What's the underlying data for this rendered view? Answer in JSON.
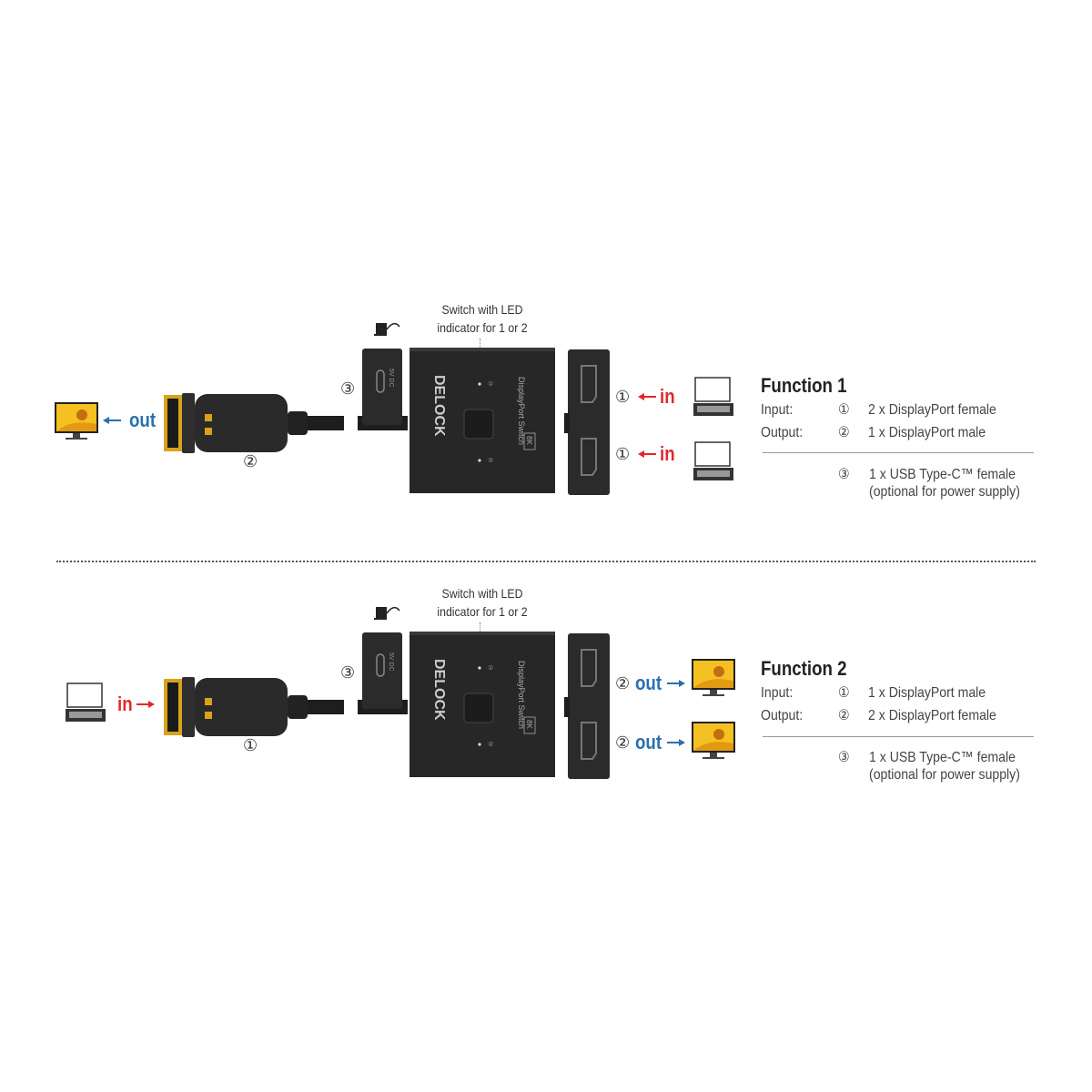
{
  "colors": {
    "in": "#e0282a",
    "out": "#2a6fb0",
    "device": "#2b2b2b",
    "gold": "#d9a21b"
  },
  "sections": [
    {
      "caption_line1": "Switch with LED",
      "caption_line2": "indicator for 1 or 2",
      "usb_marker": "③",
      "left_marker": "②",
      "left_label": "out",
      "left_device": "monitor-icon",
      "right_markers": [
        "①",
        "①"
      ],
      "right_labels": [
        "in",
        "in"
      ],
      "right_devices": [
        "laptop-icon",
        "laptop-icon"
      ],
      "brand": "DELOCK",
      "model": "DisplayPort Switch",
      "badge": "8K",
      "usb_label": "5V DC",
      "title": "Function 1",
      "input_label": "Input:",
      "input_marker": "①",
      "input_value": "2 x DisplayPort female",
      "output_label": "Output:",
      "output_marker": "②",
      "output_value": "1 x DisplayPort male",
      "usb_spec_marker": "③",
      "usb_spec_line1": "1 x USB Type-C™ female",
      "usb_spec_line2": "(optional for power supply)"
    },
    {
      "caption_line1": "Switch with LED",
      "caption_line2": "indicator for 1 or 2",
      "usb_marker": "③",
      "left_marker": "①",
      "left_label": "in",
      "left_device": "laptop-icon",
      "right_markers": [
        "②",
        "②"
      ],
      "right_labels": [
        "out",
        "out"
      ],
      "right_devices": [
        "monitor-icon",
        "monitor-icon"
      ],
      "brand": "DELOCK",
      "model": "DisplayPort Switch",
      "badge": "8K",
      "usb_label": "5V DC",
      "title": "Function 2",
      "input_label": "Input:",
      "input_marker": "①",
      "input_value": "1 x DisplayPort male",
      "output_label": "Output:",
      "output_marker": "②",
      "output_value": "2 x DisplayPort female",
      "usb_spec_marker": "③",
      "usb_spec_line1": "1 x USB Type-C™ female",
      "usb_spec_line2": "(optional for power supply)"
    }
  ]
}
